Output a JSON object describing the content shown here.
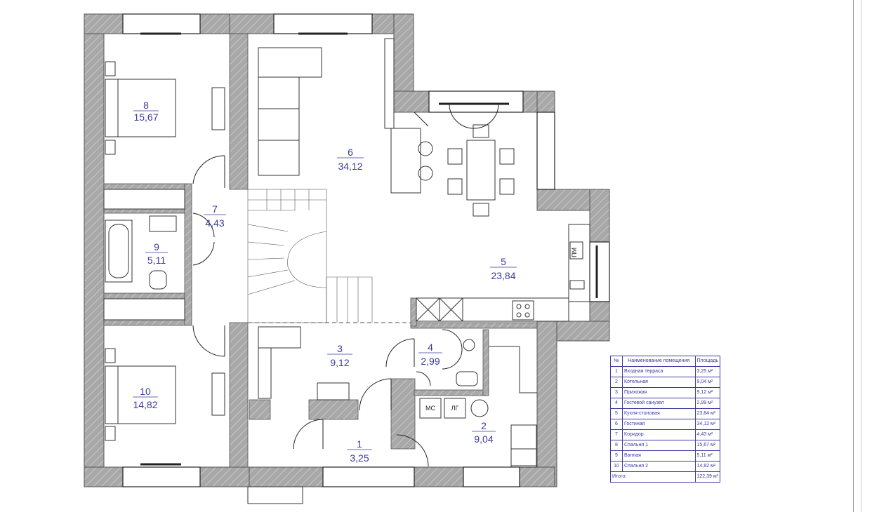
{
  "rooms": [
    {
      "num": "1",
      "area": "3,25"
    },
    {
      "num": "2",
      "area": "9,04"
    },
    {
      "num": "3",
      "area": "9,12"
    },
    {
      "num": "4",
      "area": "2,99"
    },
    {
      "num": "5",
      "area": "23,84"
    },
    {
      "num": "6",
      "area": "34,12"
    },
    {
      "num": "7",
      "area": "4,43"
    },
    {
      "num": "8",
      "area": "15,67"
    },
    {
      "num": "9",
      "area": "5,11"
    },
    {
      "num": "10",
      "area": "14,82"
    }
  ],
  "fixtures": {
    "boiler_1": "МС",
    "boiler_2": "ЛГ",
    "fridge": "ПМ"
  },
  "legend": {
    "header_num": "№",
    "header_name": "Наименование помещения",
    "header_area": "Площадь",
    "rows": [
      {
        "num": "1",
        "name": "Входная терраса",
        "area": "3,25 м²"
      },
      {
        "num": "2",
        "name": "Котельная",
        "area": "9,04 м²"
      },
      {
        "num": "3",
        "name": "Прихожая",
        "area": "9,12 м²"
      },
      {
        "num": "4",
        "name": "Гостевой санузел",
        "area": "2,99 м²"
      },
      {
        "num": "5",
        "name": "Кухня-столовая",
        "area": "23,84 м²"
      },
      {
        "num": "6",
        "name": "Гостиная",
        "area": "34,12 м²"
      },
      {
        "num": "7",
        "name": "Коридор",
        "area": "4,43 м²"
      },
      {
        "num": "8",
        "name": "Спальня 1",
        "area": "15,67 м²"
      },
      {
        "num": "9",
        "name": "Ванная",
        "area": "5,11 м²"
      },
      {
        "num": "10",
        "name": "Спальня 2",
        "area": "14,82 м²"
      }
    ],
    "total_label": "Итого:",
    "total_area": "122,39 м²"
  },
  "colors": {
    "wall": "#9a9a9a",
    "label": "#3a3aa0"
  }
}
